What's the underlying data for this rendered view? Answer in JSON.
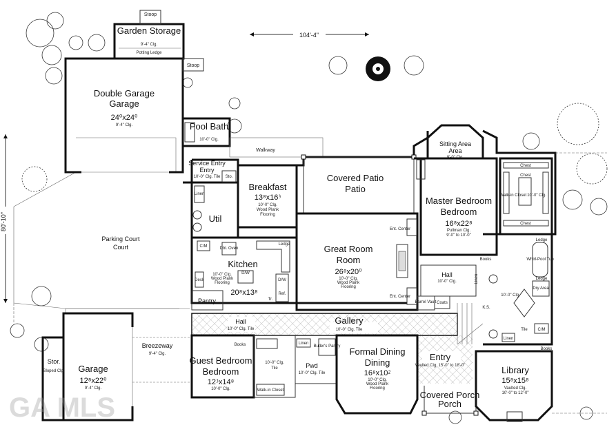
{
  "overall_width": "104'-4\"",
  "overall_depth": "80'-10\"",
  "rooms": {
    "garden_storage": {
      "name": "Garden Storage",
      "note": "9'-4\" Clg.",
      "extra": "Potting Ledge"
    },
    "double_garage": {
      "name": "Double Garage",
      "dims": "24⁰x24⁰",
      "note": "9'-4\" Clg."
    },
    "pool_bath": {
      "name": "Pool Bath",
      "note": "10'-0\" Clg."
    },
    "service_entry": {
      "name": "Service Entry",
      "note": "10'-0\" Clg. Tile"
    },
    "breakfast": {
      "name": "Breakfast",
      "dims": "13⁸x16⁳",
      "note1": "10'-0\" Clg.",
      "note2": "Wood Plank",
      "note3": "Flooring"
    },
    "covered_patio": {
      "name": "Covered Patio"
    },
    "sitting_area": {
      "name": "Sitting Area",
      "note": "9'-0\" Clg."
    },
    "master_bedroom": {
      "name": "Master Bedroom",
      "dims": "16⁸x22⁸",
      "note1": "Pullman Clg.",
      "note2": "9'-0\" to 10'-0\""
    },
    "util": {
      "name": "Util"
    },
    "parking_court": {
      "name": "Parking Court"
    },
    "kitchen": {
      "name": "Kitchen",
      "dims": "20⁸x13⁸",
      "note1": "10'-0\" Clg.",
      "note2": "Wood Plank",
      "note3": "Flooring"
    },
    "great_room": {
      "name": "Great Room",
      "dims": "26⁸x20⁰",
      "note1": "10'-0\" Clg.",
      "note2": "Wood Plank",
      "note3": "Flooring"
    },
    "pantry": {
      "name": "Pantry"
    },
    "hall_master": {
      "name": "Hall",
      "note": "10'-0\" Clg."
    },
    "master_bath": {
      "note": "10'-0\" Clg."
    },
    "hall": {
      "name": "Hall",
      "note": "10'-0\" Clg. Tile"
    },
    "gallery": {
      "name": "Gallery",
      "note": "10'-0\" Clg. Tile"
    },
    "garage": {
      "name": "Garage",
      "dims": "12⁸x22⁰",
      "note": "9'-4\" Clg."
    },
    "stor": {
      "name": "Stor.",
      "note": "Sloped Clg."
    },
    "breezeway": {
      "name": "Breezeway",
      "note": "9'-4\" Clg."
    },
    "guest_bedroom": {
      "name": "Guest Bedroom",
      "dims": "12⁳x14⁸",
      "note": "10'-0\" Clg."
    },
    "pwd": {
      "name": "Pwd",
      "note": "10'-0\" Clg. Tile"
    },
    "formal_dining": {
      "name": "Formal Dining",
      "dims": "16⁸x10⁲",
      "note1": "10'-0\" Clg.",
      "note2": "Wood Plank",
      "note3": "Flooring"
    },
    "entry": {
      "name": "Entry",
      "note": "Vaulted Clg. 15'-0\" to 18'-0\""
    },
    "covered_porch": {
      "name": "Covered Porch"
    },
    "library": {
      "name": "Library",
      "dims": "15⁸x15⁸",
      "note1": "Vaulted Clg.",
      "note2": "10'-0\" to 12'-0\""
    }
  },
  "labels": {
    "stoop_top": "Stoop",
    "stoop_side": "Stoop",
    "walkway": "Walkway",
    "linen": "Linen",
    "sto": "Sto.",
    "cm": "C/M",
    "cm2": "C/M",
    "dbl_oven": "Dbl. Oven",
    "ledge": "Ledge",
    "ledge2": "Ledge",
    "ledge3": "Ledge",
    "desk": "Desk",
    "ent_center": "Ent. Center",
    "ent_center2": "Ent. Center",
    "barrel_vault": "Barrel Vault",
    "coats": "Coats",
    "books": "Books",
    "books2": "Books",
    "books3": "Books",
    "linen2": "Linen",
    "linen3": "Linen",
    "butlers_pantry": "Butler's Pantry",
    "walk_in_closet": "Walk-in Closet",
    "walk_in_closet2": "Walk-in Closet",
    "chest": "Chest",
    "chest2": "Chest",
    "chest3": "Chest",
    "ceiling_10": "10'-0\" Clg.",
    "whirlpool_tub": "Whirl-Pool Tub",
    "dry_area": "Dry Area",
    "ks": "K.S.",
    "tile": "Tile",
    "ref": "Ref.",
    "dw": "D/W",
    "dw2": "D/W",
    "trash": "Tr."
  },
  "watermark": "GA MLS"
}
